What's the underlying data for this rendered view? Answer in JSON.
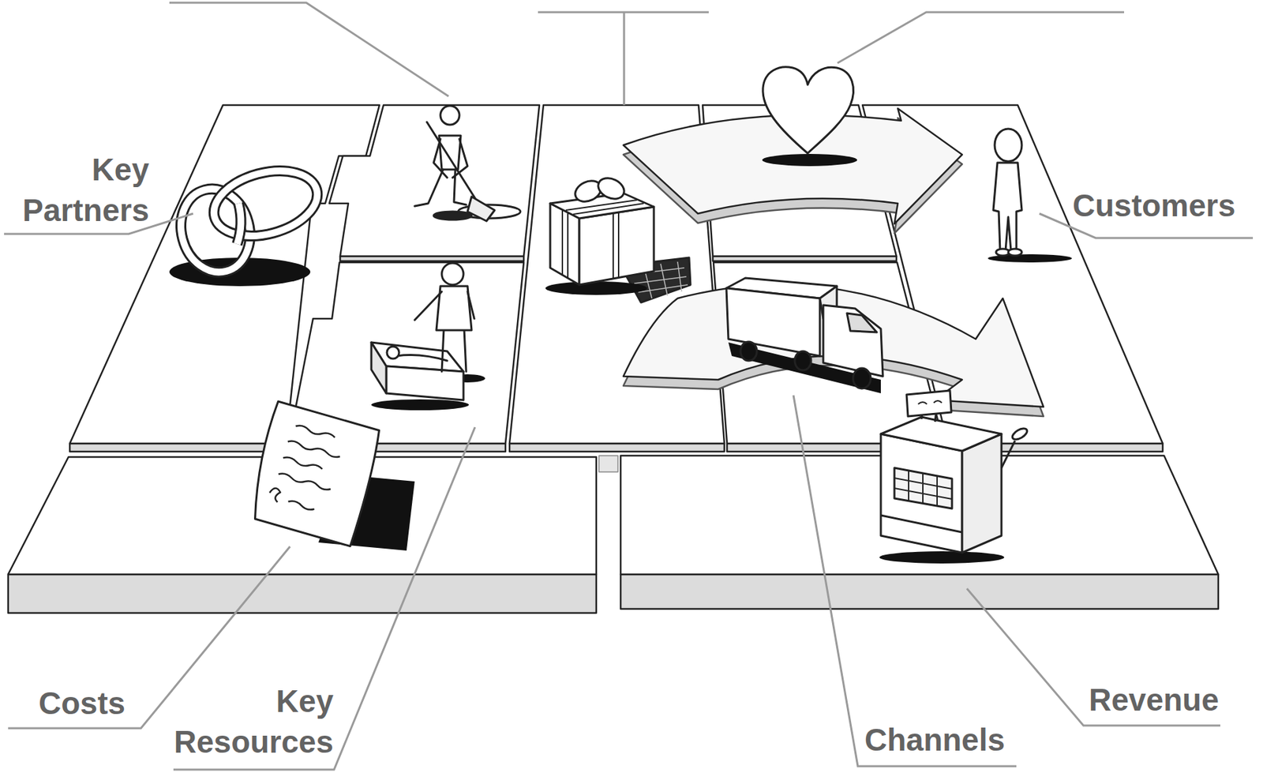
{
  "diagram": {
    "labels": [
      "Key Partners",
      "Customers",
      "Costs",
      "Key Resources",
      "Channels",
      "Revenue"
    ]
  }
}
